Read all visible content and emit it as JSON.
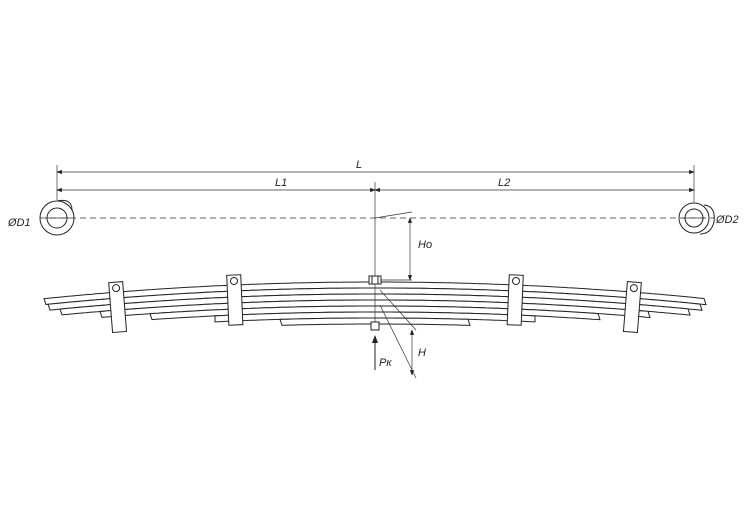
{
  "labels": {
    "overall_length": "L",
    "left_length": "L1",
    "right_length": "L2",
    "free_height": "Ho",
    "deflection_height": "H",
    "load": "Pк",
    "left_eye_diameter": "ØD1",
    "right_eye_diameter": "ØD2"
  }
}
